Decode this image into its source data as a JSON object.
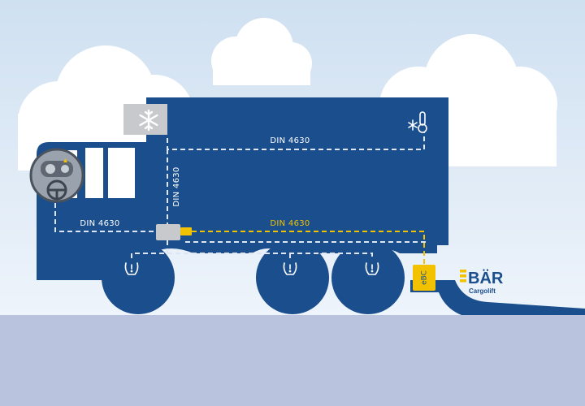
{
  "colors": {
    "sky_top": "#cfe0f1",
    "sky_bottom": "#eef4fb",
    "ground": "#b9c3de",
    "truck_blue": "#1b4e8c",
    "dashed_white": "#dde6f2",
    "dashed_yellow": "#f2c200",
    "accent_yellow": "#f2c200",
    "unit_grey": "#c7c9cc"
  },
  "diagram": {
    "labels": {
      "din_vertical": "DIN 4630",
      "din_top": "DIN 4630",
      "din_left": "DIN 4630",
      "din_yellow": "DIN 4630"
    },
    "ebc_label": "eBC",
    "icons": [
      "snowflake-icon",
      "thermometer-snowflake-icon",
      "dashboard-icon",
      "tire-sensor-icon",
      "steering-wheel-icon"
    ]
  },
  "brand": {
    "name": "BÄR",
    "subtitle": "Cargolift"
  }
}
